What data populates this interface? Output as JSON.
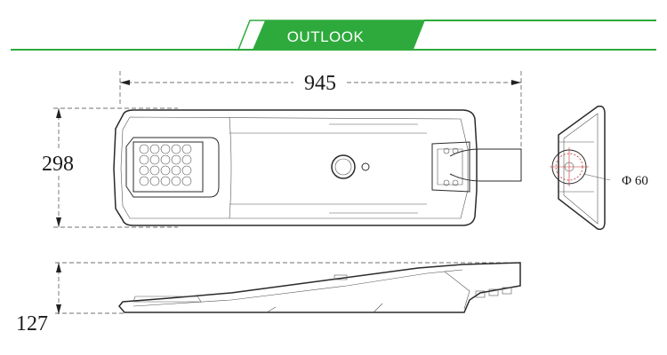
{
  "header": {
    "title": "OUTLOOK",
    "accent_color": "#2eaa3c"
  },
  "dimensions": {
    "length": "945",
    "width": "298",
    "height": "127",
    "pole_diameter": "Φ 60"
  },
  "icons": {
    "led_module": "led-array-icon",
    "sensor": "sensor-icon"
  }
}
